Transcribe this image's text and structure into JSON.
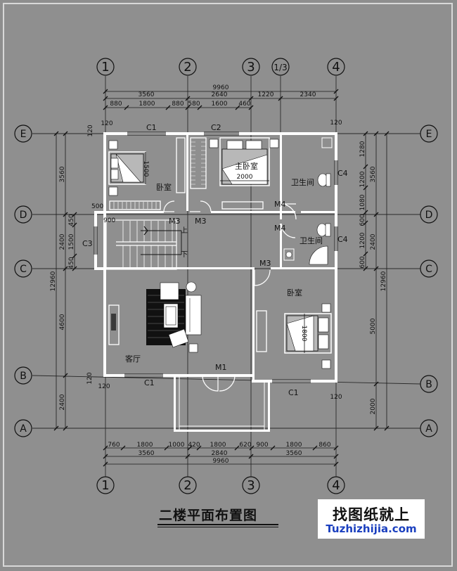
{
  "title": "二楼平面布置图",
  "watermark": {
    "brand": "找图纸就上",
    "url": "Tuzhizhijia.com"
  },
  "axes": {
    "columns": [
      "1",
      "2",
      "3",
      "1/3",
      "4"
    ],
    "bottom_columns": [
      "1",
      "2",
      "3",
      "4"
    ],
    "rows": [
      "E",
      "D",
      "C",
      "B",
      "A"
    ]
  },
  "rooms": {
    "bedroom_nw": "卧室",
    "master_bedroom": "主卧室",
    "bath_ne": "卫生间",
    "bath_mid": "卫生间",
    "living": "客厅",
    "bedroom_se": "卧室",
    "stair_up": "上",
    "stair_down": "下"
  },
  "openings": {
    "c1_top": "C1",
    "c2_top": "C2",
    "c4_upper": "C4",
    "c4_lower": "C4",
    "c3": "C3",
    "m4_upper": "M4",
    "m4_lower": "M4",
    "m3_left": "M3",
    "m3_mid": "M3",
    "m3_right": "M3",
    "m1": "M1",
    "c1_bottom_left": "C1",
    "c1_bottom_right": "C1"
  },
  "bed_dims": {
    "nw": "1500",
    "master": "2000",
    "se": "1800"
  },
  "dimensions": {
    "top_total": "9960",
    "top_mid": [
      "3560",
      "2640",
      "1220",
      "2340"
    ],
    "top_detail": [
      "880",
      "1800",
      "880",
      "580",
      "1600",
      "460"
    ],
    "top_120_left": "120",
    "top_120_right": "120",
    "bottom_detail": [
      "760",
      "1800",
      "1000",
      "420",
      "1800",
      "620",
      "900",
      "1800",
      "860"
    ],
    "bottom_mid": [
      "3560",
      "2840",
      "3560"
    ],
    "bottom_total": "9960",
    "bottom_120_left": "120",
    "bottom_120_right": "120",
    "left_total": "12960",
    "left_mid": [
      "3560",
      "2400",
      "4600",
      "2400"
    ],
    "left_detail": [
      "450",
      "1500",
      "450"
    ],
    "left_120_top": "120",
    "left_120_bottom": "120",
    "right_total": "12960",
    "right_mid": [
      "3560",
      "2400",
      "5000",
      "2000"
    ],
    "right_detail": [
      "1280",
      "1200",
      "1080",
      "600",
      "1200",
      "600"
    ],
    "stair_500": "500",
    "stair_900": "900"
  }
}
